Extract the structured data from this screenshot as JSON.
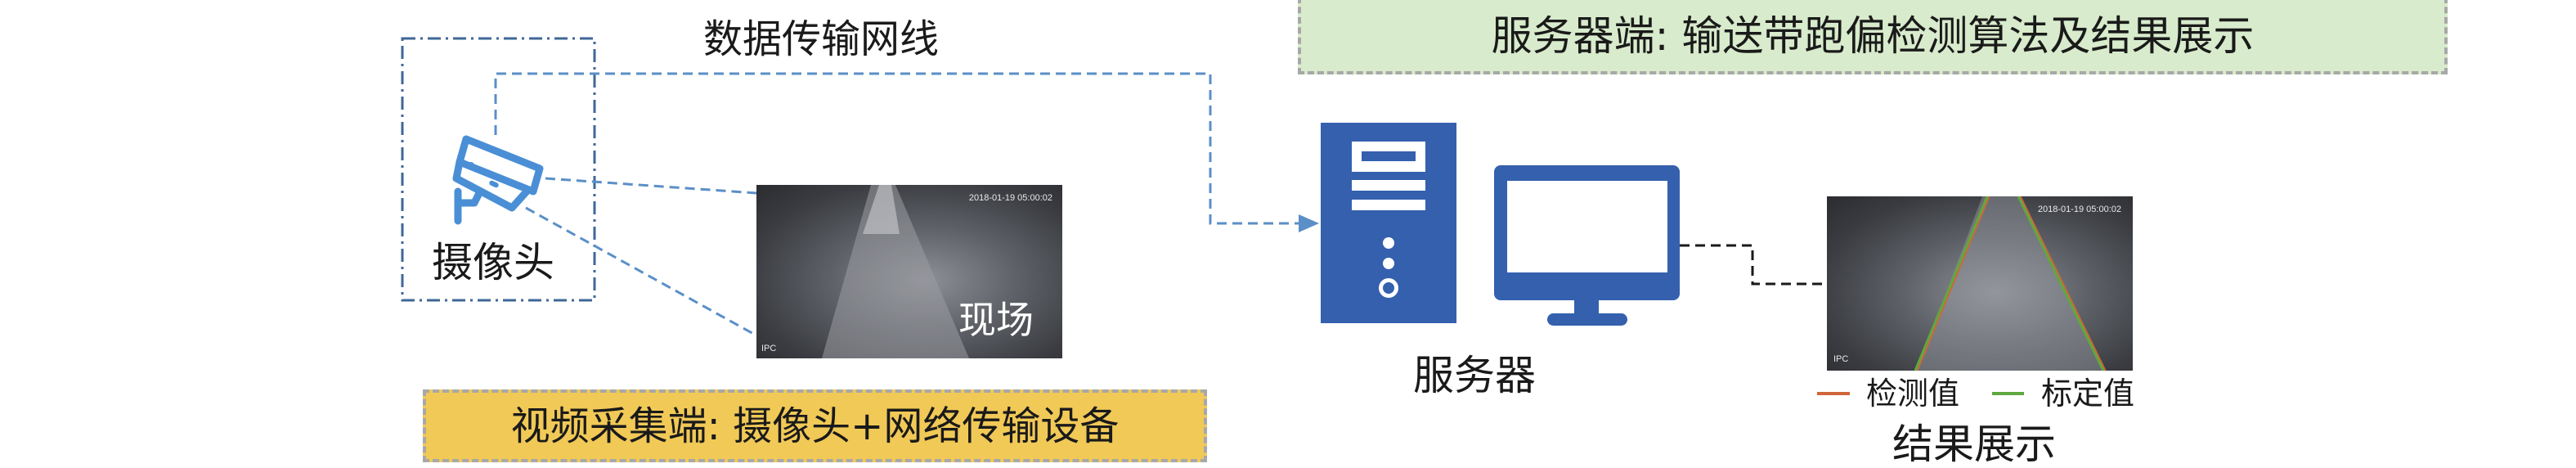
{
  "labels": {
    "network": "数据传输网线",
    "camera": "摄像头",
    "site": "现场",
    "server": "服务器",
    "result": "结果展示"
  },
  "banners": {
    "capture": "视频采集端: 摄像头+网络传输设备",
    "server": "服务器端: 输送带跑偏检测算法及结果展示"
  },
  "photo": {
    "timestamp": "2018-01-19 05:00:02",
    "corner": "IPC"
  },
  "legend": [
    {
      "label": "检测值",
      "color": "#d0663a"
    },
    {
      "label": "标定值",
      "color": "#5fa83f"
    }
  ],
  "colors": {
    "blue_link": "#5b8fc7",
    "device_blue": "#3460ae",
    "camera_blue": "#4a8fd6",
    "capture_bg": "#f1c957",
    "server_bg": "#d8ebcc"
  }
}
